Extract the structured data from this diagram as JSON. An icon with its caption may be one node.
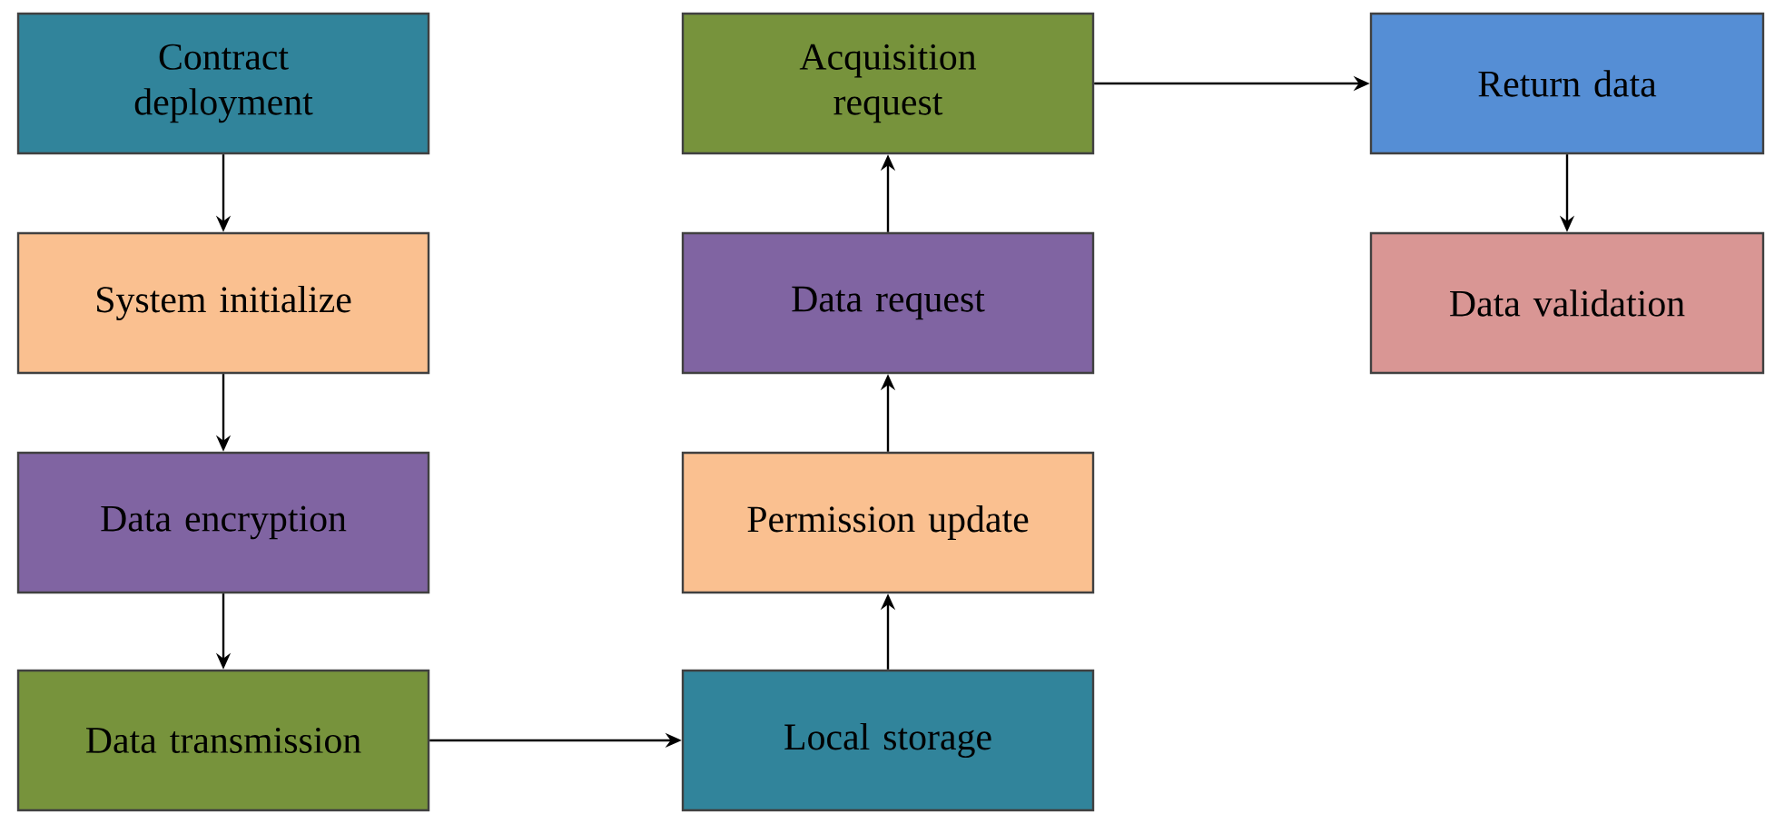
{
  "diagram": {
    "nodes": [
      {
        "text": [
          "Contract deployment"
        ]
      },
      {
        "text": [
          "System initialize"
        ]
      },
      {
        "text": [
          "Data encryption"
        ]
      },
      {
        "text": [
          "Data transmission"
        ]
      },
      {
        "text": [
          "Local storage"
        ]
      },
      {
        "text": [
          "Permission update"
        ]
      },
      {
        "text": [
          "Data request"
        ]
      },
      {
        "text": [
          "Acquisition request"
        ]
      },
      {
        "text": [
          "Return data"
        ]
      },
      {
        "text": [
          "Data validation"
        ]
      }
    ],
    "edges": [
      {
        "from": 0,
        "to": 1,
        "arrow": "to"
      },
      {
        "from": 1,
        "to": 2,
        "arrow": "to"
      },
      {
        "from": 2,
        "to": 3,
        "arrow": "to"
      },
      {
        "from": 3,
        "to": 4,
        "arrow": "to"
      },
      {
        "from": 4,
        "to": 5,
        "arrow": "to"
      },
      {
        "from": 5,
        "to": 6,
        "arrow": "to"
      },
      {
        "from": 6,
        "to": 7,
        "arrow": "to"
      },
      {
        "from": 7,
        "to": 8,
        "arrow": "to"
      },
      {
        "from": 8,
        "to": 9,
        "arrow": "to"
      }
    ]
  }
}
